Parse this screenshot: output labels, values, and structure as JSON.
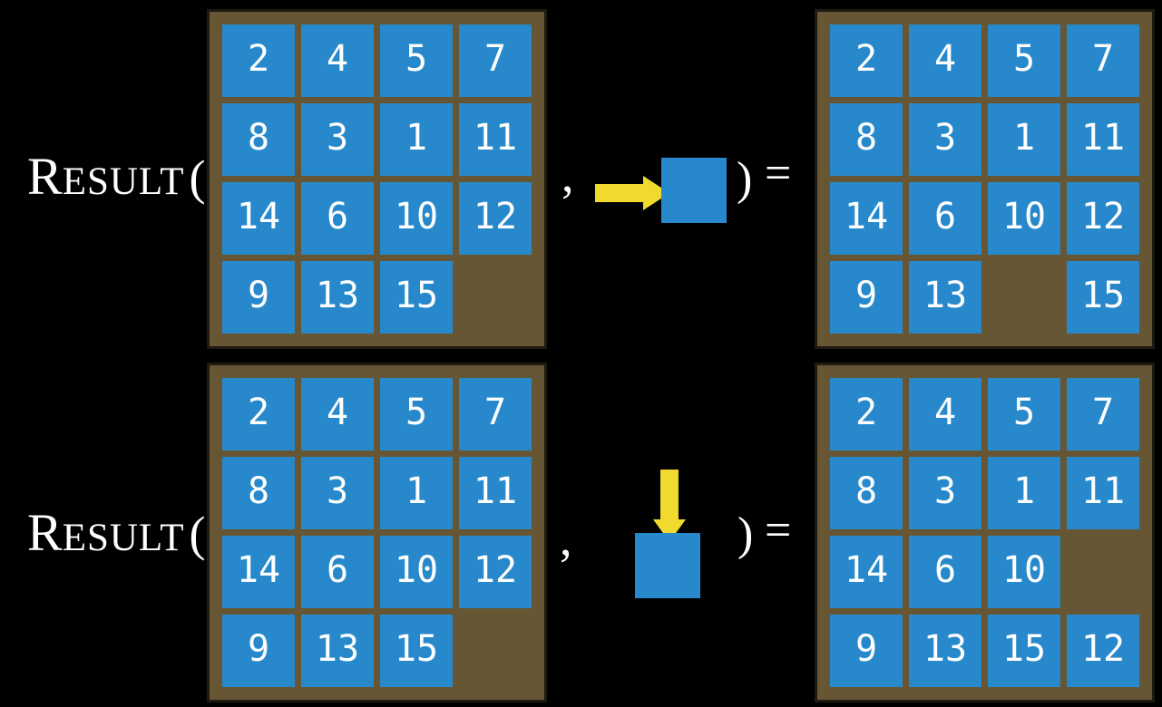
{
  "function": {
    "initial": "R",
    "small_caps": "ESULT",
    "open_paren": "(",
    "comma": ",",
    "close_paren": ")",
    "equals": "="
  },
  "rows": [
    {
      "action_direction": "right",
      "state_grid": [
        [
          "2",
          "4",
          "5",
          "7"
        ],
        [
          "8",
          "3",
          "1",
          "11"
        ],
        [
          "14",
          "6",
          "10",
          "12"
        ],
        [
          "9",
          "13",
          "15",
          ""
        ]
      ],
      "result_grid": [
        [
          "2",
          "4",
          "5",
          "7"
        ],
        [
          "8",
          "3",
          "1",
          "11"
        ],
        [
          "14",
          "6",
          "10",
          "12"
        ],
        [
          "9",
          "13",
          "",
          "15"
        ]
      ]
    },
    {
      "action_direction": "down",
      "state_grid": [
        [
          "2",
          "4",
          "5",
          "7"
        ],
        [
          "8",
          "3",
          "1",
          "11"
        ],
        [
          "14",
          "6",
          "10",
          "12"
        ],
        [
          "9",
          "13",
          "15",
          ""
        ]
      ],
      "result_grid": [
        [
          "2",
          "4",
          "5",
          "7"
        ],
        [
          "8",
          "3",
          "1",
          "11"
        ],
        [
          "14",
          "6",
          "10",
          ""
        ],
        [
          "9",
          "13",
          "15",
          "12"
        ]
      ]
    }
  ],
  "colors": {
    "background": "#000000",
    "tile_blue": "#2789cb",
    "frame_brown": "#665634",
    "frame_border": "#1f1a10",
    "arrow_yellow": "#f0da2d",
    "text_white": "#ffffff"
  }
}
